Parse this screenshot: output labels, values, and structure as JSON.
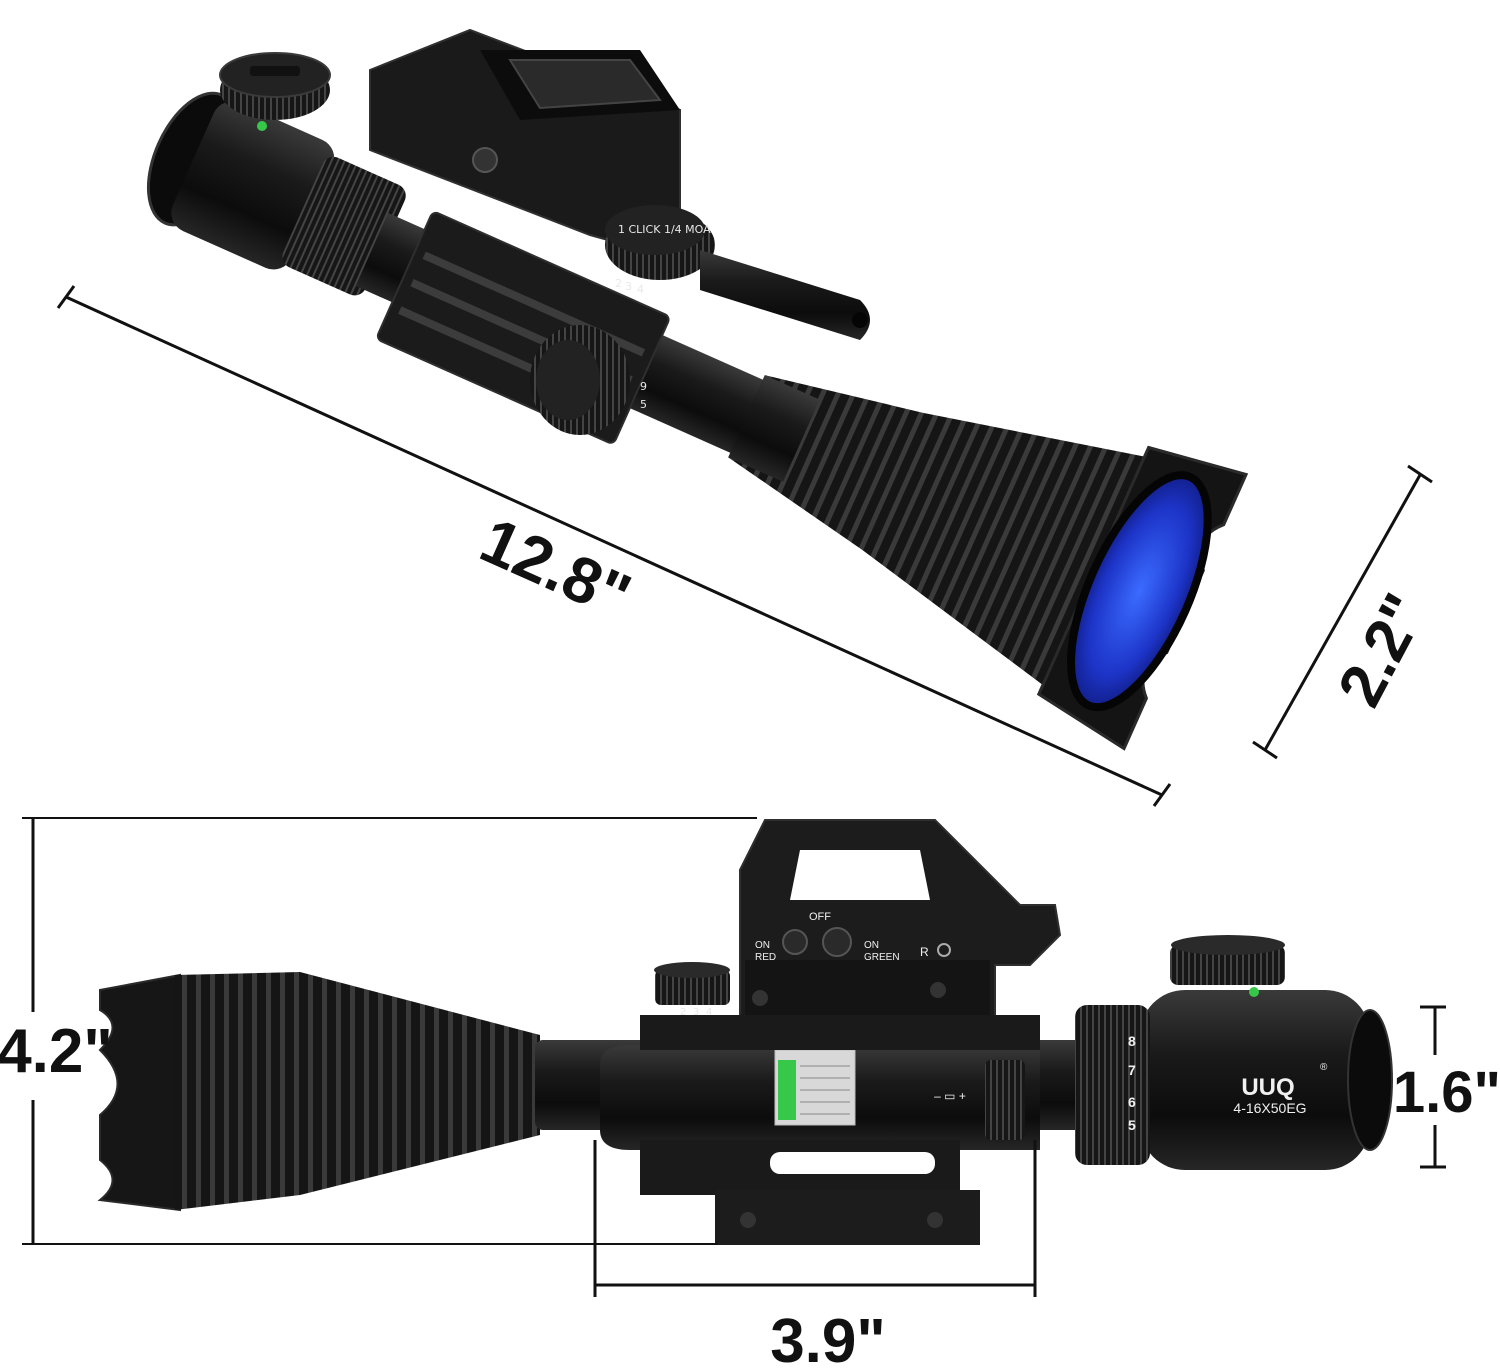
{
  "dimensions": {
    "length": "12.8\"",
    "objective_diameter": "2.2\"",
    "height": "4.2\"",
    "tube_diameter": "1.6\"",
    "mount_width": "3.9\""
  },
  "scope_markings": {
    "brand": "UUQ",
    "registered": "®",
    "model": "4-16X50EG",
    "zoom_ticks": [
      "5",
      "6",
      "7",
      "8"
    ],
    "adjust_ticks": [
      "2",
      "3",
      "4"
    ],
    "elevation_ticks": [
      "9",
      "5"
    ],
    "turret_text": "1 CLICK 1/4 MOA"
  },
  "red_dot_controls": {
    "off_label": "OFF",
    "on_red_label": "ON RED",
    "on_red_line1": "ON",
    "on_red_line2": "RED",
    "on_green_line1": "ON",
    "on_green_line2": "GREEN",
    "reticle_label": "R"
  },
  "laser": {
    "battery_label": "– ▭ +"
  },
  "colors": {
    "background": "#ffffff",
    "scope_body": "#141414",
    "lens_blue": "#1f3fd6",
    "accent_green": "#37c84a",
    "dimension_line": "#111111"
  }
}
